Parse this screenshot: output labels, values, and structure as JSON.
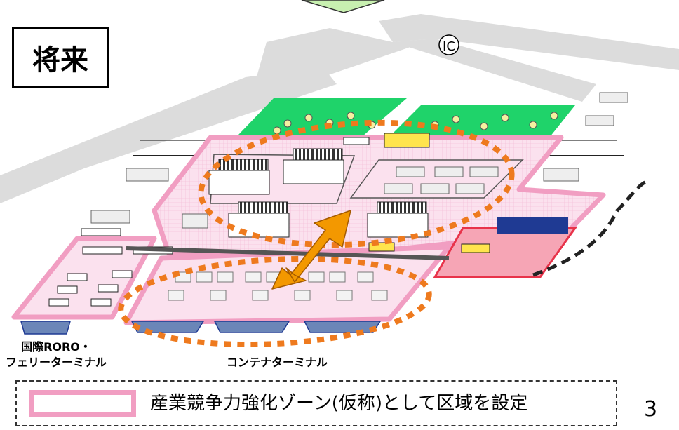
{
  "title": "将来",
  "ic_label": "IC",
  "labels": {
    "roro_line1": "国際RORO・",
    "roro_line2": "フェリーターミナル",
    "container": "コンテナターミナル"
  },
  "legend": {
    "text": "産業競争力強化ゾーン(仮称)として区域を設定"
  },
  "page_number": "3",
  "colors": {
    "zone_pink": "#f19ec2",
    "zone_fill": "#fbe1ee",
    "oval_orange": "#ee7a1e",
    "arrow_orange": "#f39800",
    "green_area": "#1fd36a",
    "road_gray": "#dcdcdc",
    "ship_blue": "#6b86b8",
    "rail_red": "#e8334a",
    "truck_yellow": "#ffe44d"
  }
}
